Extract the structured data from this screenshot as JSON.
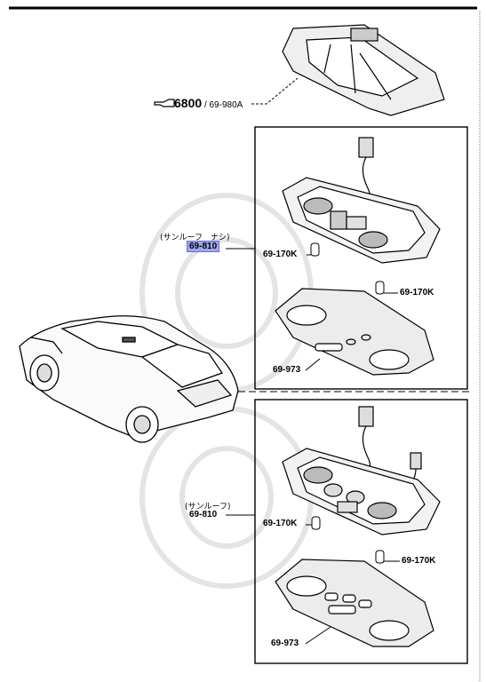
{
  "diagram": {
    "ref_main": "6800",
    "ref_sub": "/ 69-980A",
    "upper_group": {
      "note": "(サンルーフ　ナシ)",
      "part": "69-810",
      "bulb_left": "69-170K",
      "bulb_right": "69-170K",
      "lens": "69-973"
    },
    "lower_group": {
      "note": "(サンルーフ)",
      "part": "69-810",
      "bulb_left": "69-170K",
      "bulb_right": "69-170K",
      "lens": "69-973"
    },
    "colors": {
      "highlight": "#9fa6ee",
      "line": "#000000",
      "watermark": "#e6e6e6"
    }
  }
}
